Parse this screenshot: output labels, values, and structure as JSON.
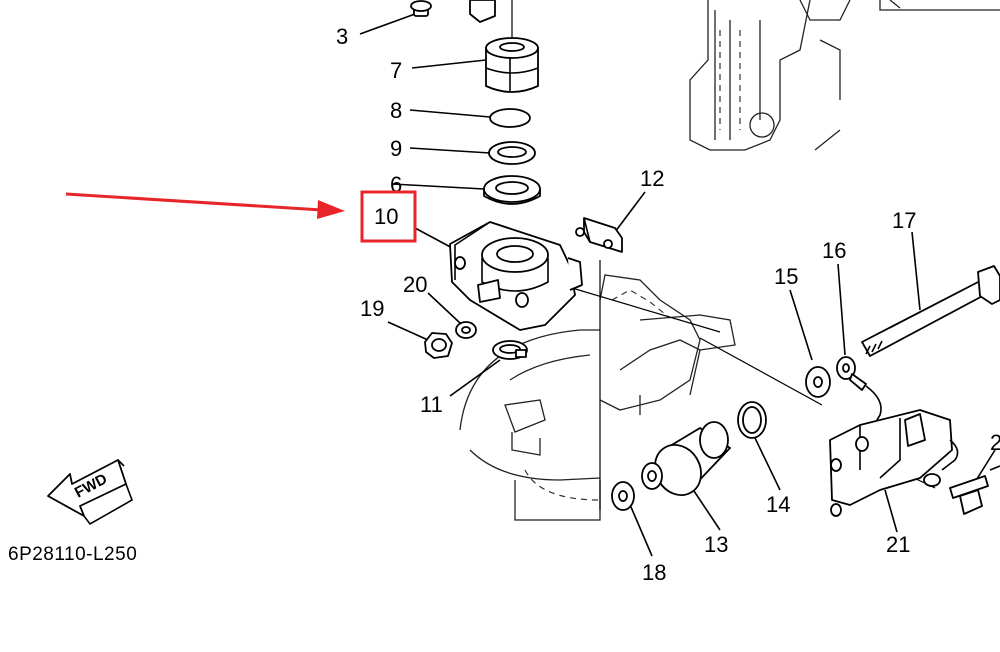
{
  "diagram": {
    "callouts": {
      "n3": "3",
      "n7": "7",
      "n8": "8",
      "n9": "9",
      "n6": "6",
      "n10": "10",
      "n12": "12",
      "n17": "17",
      "n16": "16",
      "n15": "15",
      "n20": "20",
      "n19": "19",
      "n11": "11",
      "n14": "14",
      "n13": "13",
      "n21": "21",
      "n18": "18",
      "n2": "2"
    },
    "direction_label": "FWD",
    "figure_code": "6P28110-L250",
    "highlight": {
      "part": "10",
      "color": "#e8262a"
    },
    "line_color": "#000000"
  }
}
